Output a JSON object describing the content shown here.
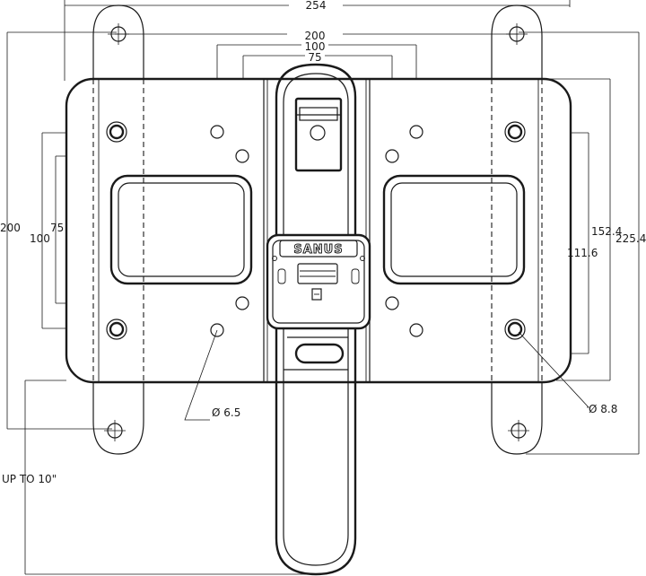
{
  "brand": "SANUS",
  "dimensions": {
    "top_254": "254",
    "top_200": "200",
    "top_100": "100",
    "top_75": "75",
    "left_200": "200",
    "left_100": "100",
    "left_75": "75",
    "right_152": "152.4",
    "right_225": "225.4",
    "right_111": "111.6",
    "hole_small": "Ø 6.5",
    "hole_large": "Ø 8.8",
    "reach": "UP TO 10\""
  }
}
